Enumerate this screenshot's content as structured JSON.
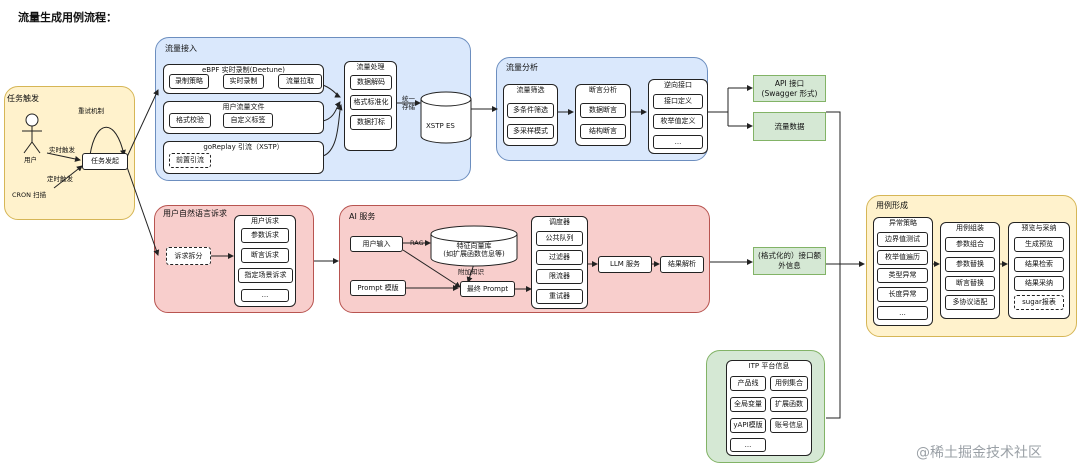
{
  "page_title": "流量生成用例流程：",
  "trigger": {
    "title": "任务触发",
    "user": "用户",
    "cron": "CRON 扫描",
    "realtime": "实时触发",
    "scheduled": "定时触发",
    "retry": "重试机制",
    "task": "任务发起"
  },
  "ingest": {
    "title": "流量接入",
    "ebpf_title": "eBPF 实时录制(Deetune)",
    "ebpf_items": [
      "录制策略",
      "实时录制",
      "流量拉取"
    ],
    "file_title": "用户流量文件",
    "file_items": [
      "格式校验",
      "自定义标签"
    ],
    "goreplay_title": "goReplay 引流（XSTP）",
    "goreplay_items": [
      "前置引流"
    ],
    "proc_title": "流量处理",
    "proc_items": [
      "数据解码",
      "格式标准化",
      "数据打标"
    ],
    "unify": "统一存储",
    "es": "XSTP ES"
  },
  "analysis": {
    "title": "流量分析",
    "filter_title": "流量筛选",
    "filter_items": [
      "多条件筛选",
      "多采样模式"
    ],
    "assert_title": "断言分析",
    "assert_items": [
      "数据断言",
      "结构断言"
    ],
    "reverse_title": "逆向接口",
    "reverse_items": [
      "接口定义",
      "枚举值定义",
      "..."
    ]
  },
  "nl": {
    "title": "用户自然语言诉求",
    "split": "诉求拆分",
    "req_title": "用户诉求",
    "req_items": [
      "参数诉求",
      "断言诉求",
      "指定场景诉求",
      "..."
    ]
  },
  "ai": {
    "title": "AI 服务",
    "user_input": "用户输入",
    "rag": "RAG",
    "vector_db": "特征向量库\n(如扩展函数信息等)",
    "prompt_tpl": "Prompt 模版",
    "attach": "附加知识",
    "final_prompt": "最终 Prompt",
    "sched_title": "调度器",
    "sched_items": [
      "公共队列",
      "过滤器",
      "限流器",
      "重试器"
    ],
    "llm": "LLM 服务",
    "parse": "结果解析"
  },
  "outputs": {
    "api": "API 接口\n(Swagger 形式)",
    "traffic": "流量数据",
    "formatted": "(格式化的）接口额外信息"
  },
  "itp": {
    "title": "ITP 平台信息",
    "items": [
      "产品线",
      "用例集合",
      "全局变量",
      "扩展函数",
      "yAPI模版",
      "账号信息",
      "..."
    ]
  },
  "case": {
    "title": "用例形成",
    "abn_title": "异常策略",
    "abn_items": [
      "边界值测试",
      "枚举值遍历",
      "类型异常",
      "长度异常",
      "..."
    ],
    "asm_title": "用例组装",
    "asm_items": [
      "参数组合",
      "参数替换",
      "断言替换",
      "多协议适配"
    ],
    "prev_title": "预览与采纳",
    "prev_items": [
      "生成预览",
      "结果检索",
      "结果采纳",
      "sugar报表"
    ]
  },
  "watermark": "@稀土掘金技术社区",
  "colors": {
    "trigger_bg": "#fff2cc",
    "trigger_border": "#d6b656",
    "ingest_bg": "#dae8fc",
    "ingest_border": "#6c8ebf",
    "nl_bg": "#f8cecc",
    "nl_border": "#b85450",
    "output_bg": "#d5e8d4",
    "output_border": "#82b366",
    "case_bg": "#fff2cc"
  }
}
